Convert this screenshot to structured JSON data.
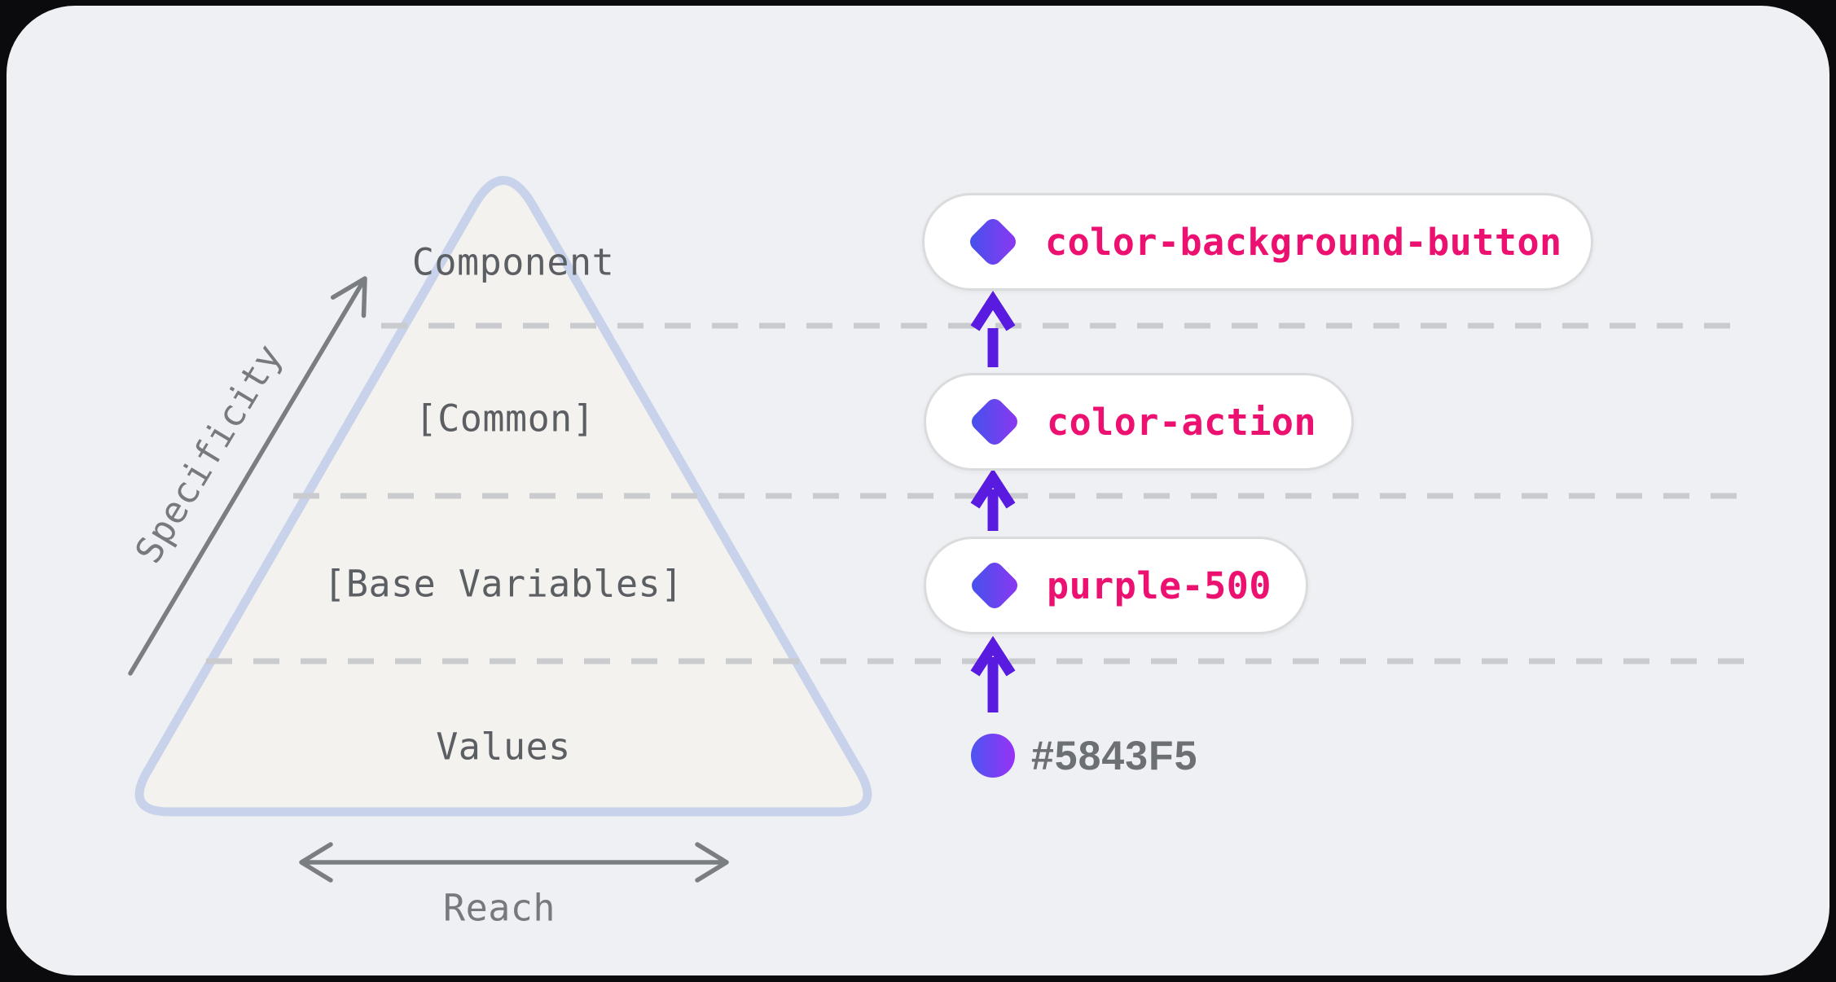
{
  "pyramid": {
    "levels": [
      {
        "label": "Component"
      },
      {
        "label": "[Common]"
      },
      {
        "label": "[Base Variables]"
      },
      {
        "label": "Values"
      }
    ],
    "axes": {
      "specificity": "Specificity",
      "reach": "Reach"
    }
  },
  "tokens": [
    {
      "label": "color-background-button"
    },
    {
      "label": "color-action"
    },
    {
      "label": "purple-500"
    }
  ],
  "value": {
    "label": "#5843F5"
  },
  "colors": {
    "card_background": "#EEF0F3",
    "triangle_fill": "#F4F2EE",
    "triangle_stroke": "#C8D3EB",
    "divider_gray": "#C9CBCE",
    "axis_gray": "#7A7D81",
    "label_gray": "#5B5E62",
    "token_pink": "#EC1170",
    "arrow_purple": "#5A1BE0",
    "icon_gradient_start": "#4053EC",
    "icon_gradient_end": "#8F36F2",
    "value_hex": "#5843F5"
  }
}
